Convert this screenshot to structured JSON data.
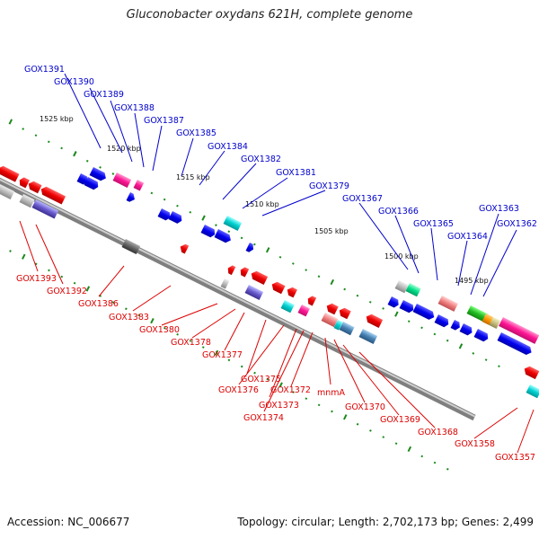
{
  "title": "Gluconobacter oxydans 621H, complete genome",
  "footer": {
    "accession": "Accession: NC_006677",
    "topology": "Topology: circular; Length: 2,702,173 bp; Genes: 2,499"
  },
  "colors": {
    "plus_strand": "#0000ee",
    "minus_strand": "#ee0000",
    "backbone": "#8a8a8a",
    "scale_dots": "#1a8a1a"
  },
  "scale_marks": [
    "1525 kbp",
    "1520 kbp",
    "1515 kbp",
    "1510 kbp",
    "1505 kbp",
    "1500 kbp",
    "1495 kbp"
  ],
  "plus_strand_genes": [
    "GOX1391",
    "GOX1390",
    "GOX1389",
    "GOX1388",
    "GOX1387",
    "GOX1385",
    "GOX1384",
    "GOX1382",
    "GOX1381",
    "GOX1379",
    "GOX1367",
    "GOX1366",
    "GOX1365",
    "GOX1364",
    "GOX1363",
    "GOX1362"
  ],
  "minus_strand_genes": [
    "GOX1393",
    "GOX1392",
    "GOX1386",
    "GOX1383",
    "GOX1380",
    "GOX1378",
    "GOX1377",
    "GOX1375",
    "GOX1376",
    "GOX1373",
    "GOX1374",
    "GOX1372",
    "mnmA",
    "GOX1370",
    "GOX1369",
    "GOX1368",
    "GOX1358",
    "GOX1357"
  ]
}
